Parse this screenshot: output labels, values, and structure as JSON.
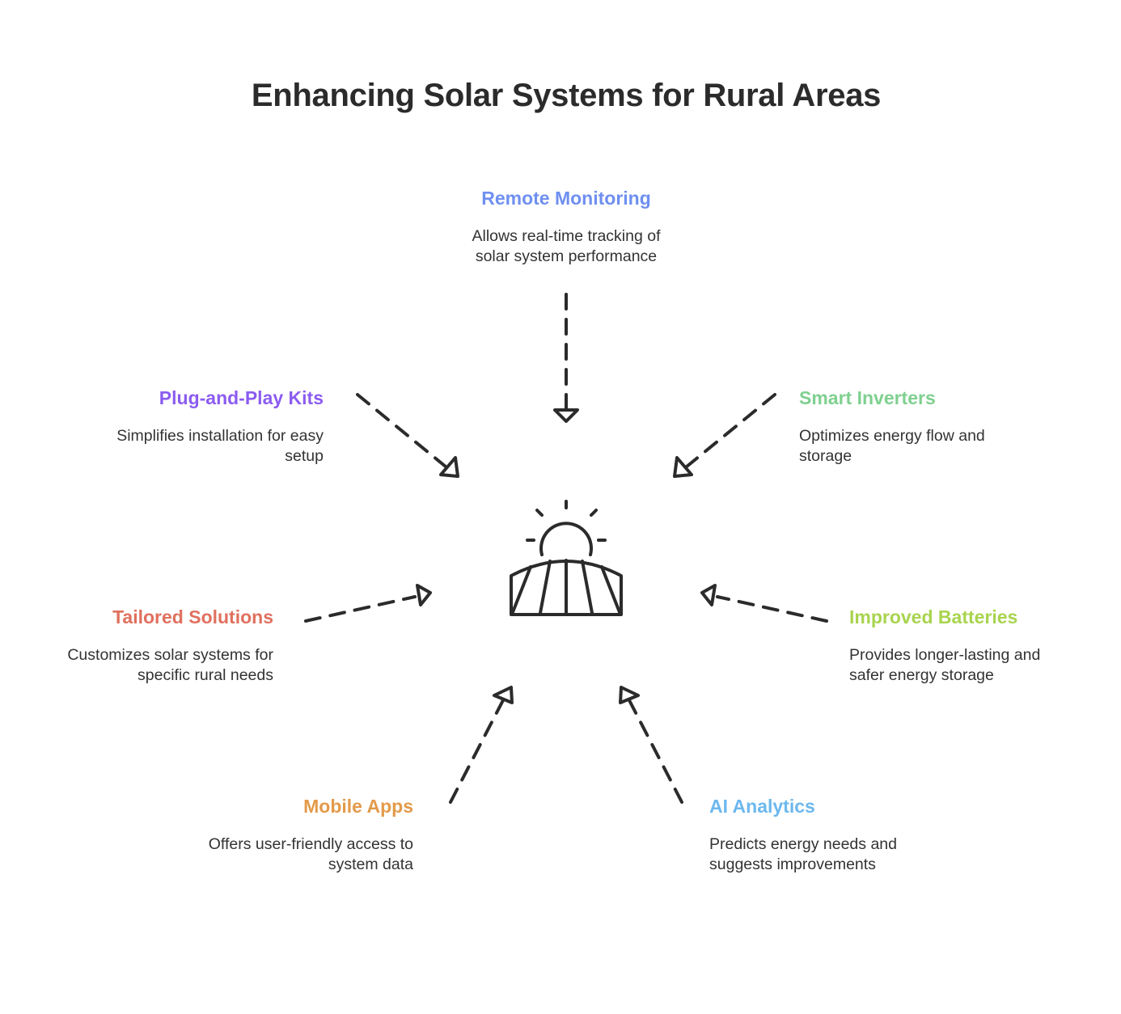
{
  "title": "Enhancing Solar Systems for Rural Areas",
  "center_icon": "solar-panel-sun-icon",
  "nodes": [
    {
      "id": "remote-monitoring",
      "title": "Remote Monitoring",
      "desc_lines": [
        "Allows real-time tracking of",
        "solar system performance"
      ],
      "color": "#6f8ff0"
    },
    {
      "id": "plug-and-play-kits",
      "title": "Plug-and-Play Kits",
      "desc_lines": [
        "Simplifies installation for easy",
        "setup"
      ],
      "color": "#8b5cf0"
    },
    {
      "id": "smart-inverters",
      "title": "Smart Inverters",
      "desc_lines": [
        "Optimizes energy flow and",
        "storage"
      ],
      "color": "#7fd08f"
    },
    {
      "id": "tailored-solutions",
      "title": "Tailored Solutions",
      "desc_lines": [
        "Customizes solar systems for",
        "specific rural needs"
      ],
      "color": "#e0705e"
    },
    {
      "id": "improved-batteries",
      "title": "Improved Batteries",
      "desc_lines": [
        "Provides longer-lasting and",
        "safer energy storage"
      ],
      "color": "#a8d44e"
    },
    {
      "id": "mobile-apps",
      "title": "Mobile Apps",
      "desc_lines": [
        "Offers user-friendly access to",
        "system data"
      ],
      "color": "#e39a4a"
    },
    {
      "id": "ai-analytics",
      "title": "AI Analytics",
      "desc_lines": [
        "Predicts energy needs and",
        "suggests improvements"
      ],
      "color": "#6cb8ee"
    }
  ]
}
